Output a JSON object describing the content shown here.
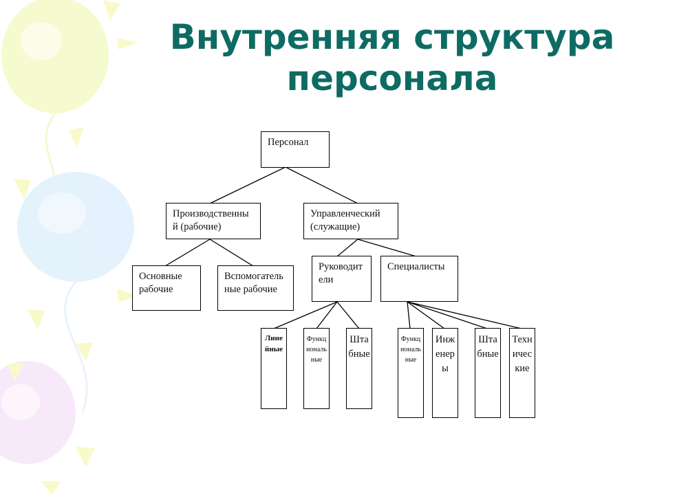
{
  "title": "Внутренняя структура персонала",
  "colors": {
    "title": "#0e6b63",
    "border": "#000000"
  },
  "chart": {
    "root": "Персонал",
    "production": "Производственный (рабочие)",
    "management": "Управленческий (служащие)",
    "main_workers": "Основные рабочие",
    "aux_workers": "Вспомогательные рабочие",
    "managers": "Руководители",
    "specialists": "Специалисты",
    "linear": "Линейные",
    "functional_1": "Функциональные",
    "staff_1": "Штабные",
    "functional_2": "Функциональные",
    "engineers": "Инженеры",
    "staff_2": "Штабные",
    "technical": "Технические"
  }
}
